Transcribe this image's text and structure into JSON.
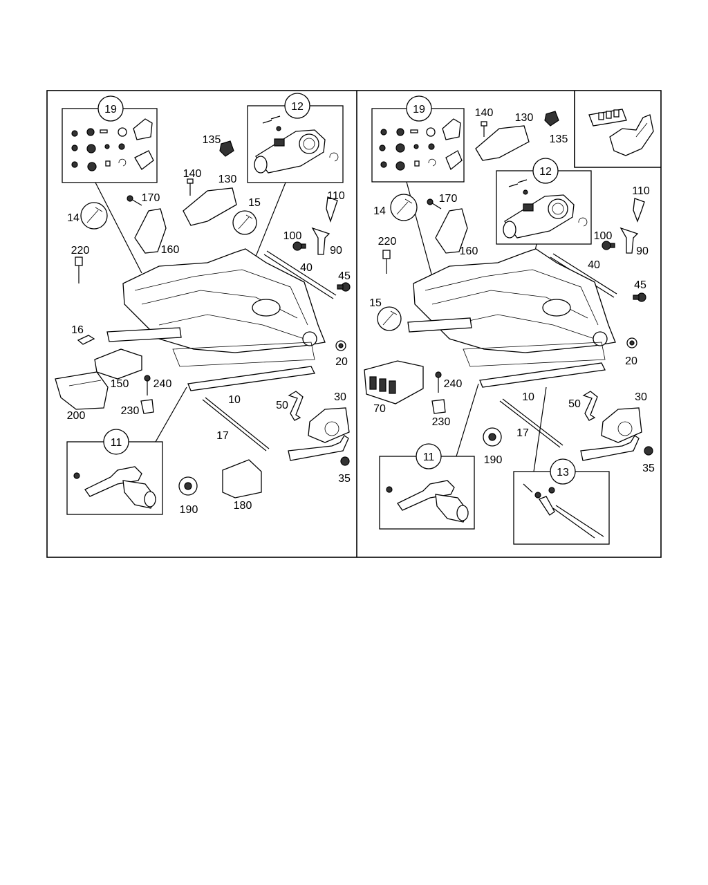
{
  "left": {
    "labels": [
      "19",
      "12",
      "135",
      "140",
      "130",
      "15",
      "110",
      "170",
      "14",
      "100",
      "90",
      "160",
      "220",
      "40",
      "45",
      "16",
      "20",
      "150",
      "240",
      "200",
      "230",
      "10",
      "50",
      "30",
      "17",
      "11",
      "35",
      "190",
      "180"
    ]
  },
  "right": {
    "labels": [
      "19",
      "140",
      "130",
      "135",
      "12",
      "170",
      "14",
      "110",
      "100",
      "90",
      "160",
      "220",
      "40",
      "45",
      "15",
      "20",
      "70",
      "240",
      "230",
      "10",
      "50",
      "30",
      "17",
      "190",
      "11",
      "13",
      "35"
    ]
  }
}
